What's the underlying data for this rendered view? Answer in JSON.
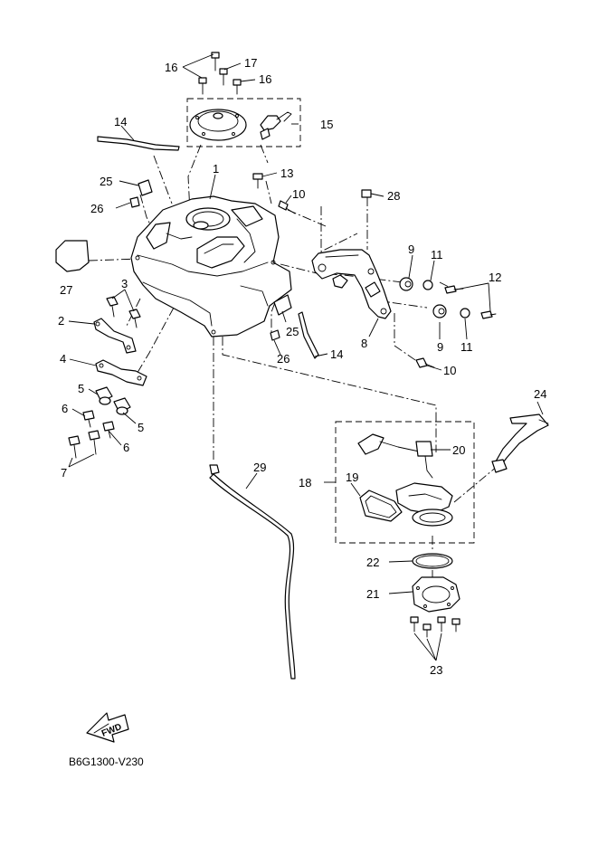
{
  "diagram": {
    "code": "B6G1300-V230",
    "fwd_label": "FWD",
    "callouts": {
      "c1": "1",
      "c2": "2",
      "c3": "3",
      "c4": "4",
      "c5a": "5",
      "c5b": "5",
      "c6a": "6",
      "c6b": "6",
      "c7": "7",
      "c8": "8",
      "c9a": "9",
      "c9b": "9",
      "c10a": "10",
      "c10b": "10",
      "c11a": "11",
      "c11b": "11",
      "c12": "12",
      "c13": "13",
      "c14a": "14",
      "c14b": "14",
      "c15": "15",
      "c16a": "16",
      "c16b": "16",
      "c17": "17",
      "c18": "18",
      "c19": "19",
      "c20": "20",
      "c21": "21",
      "c22": "22",
      "c23": "23",
      "c24": "24",
      "c25a": "25",
      "c25b": "25",
      "c26a": "26",
      "c26b": "26",
      "c27": "27",
      "c28": "28",
      "c29": "29"
    }
  }
}
